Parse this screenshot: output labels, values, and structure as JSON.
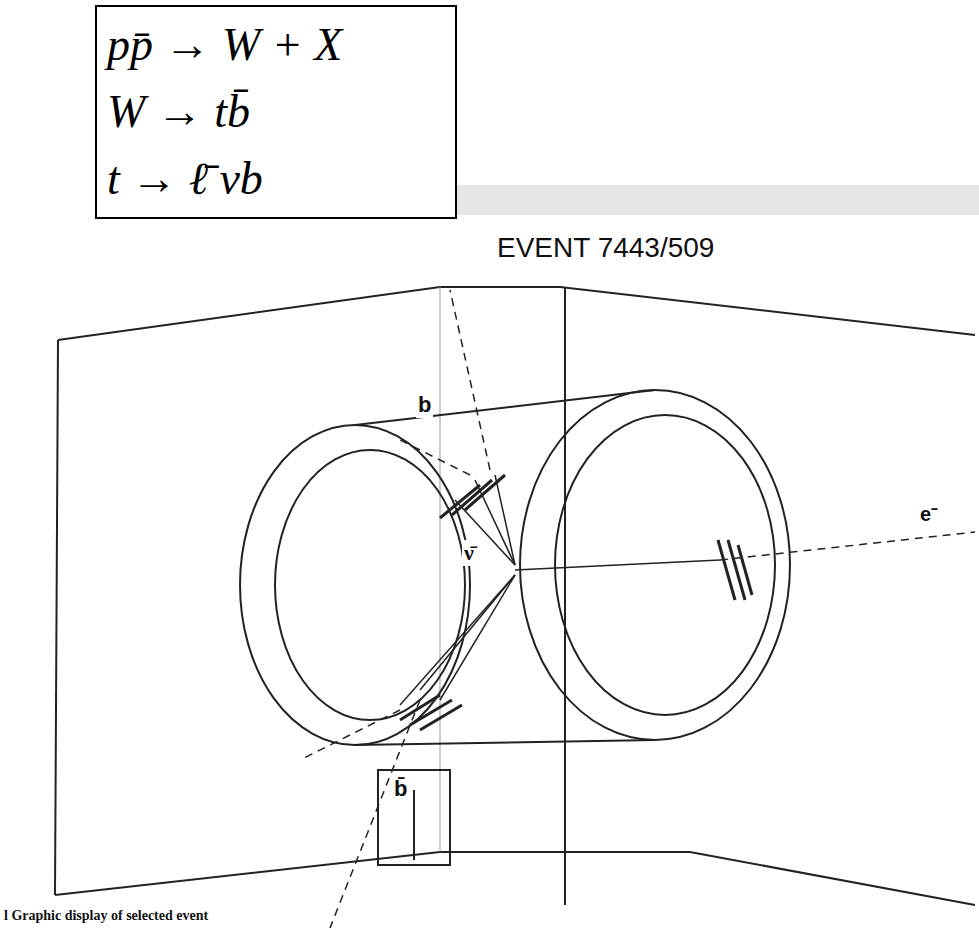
{
  "diagram": {
    "caption": "l Graphic display of selected event",
    "nodes": [
      {
        "text": [
          "pp̄ → W + X",
          "W → tb̄",
          "t → ℓ̄ νb"
        ]
      }
    ],
    "labels": [
      "EVENT 7443/509",
      "b",
      "ν̄",
      "e⁻",
      "b̄"
    ]
  }
}
